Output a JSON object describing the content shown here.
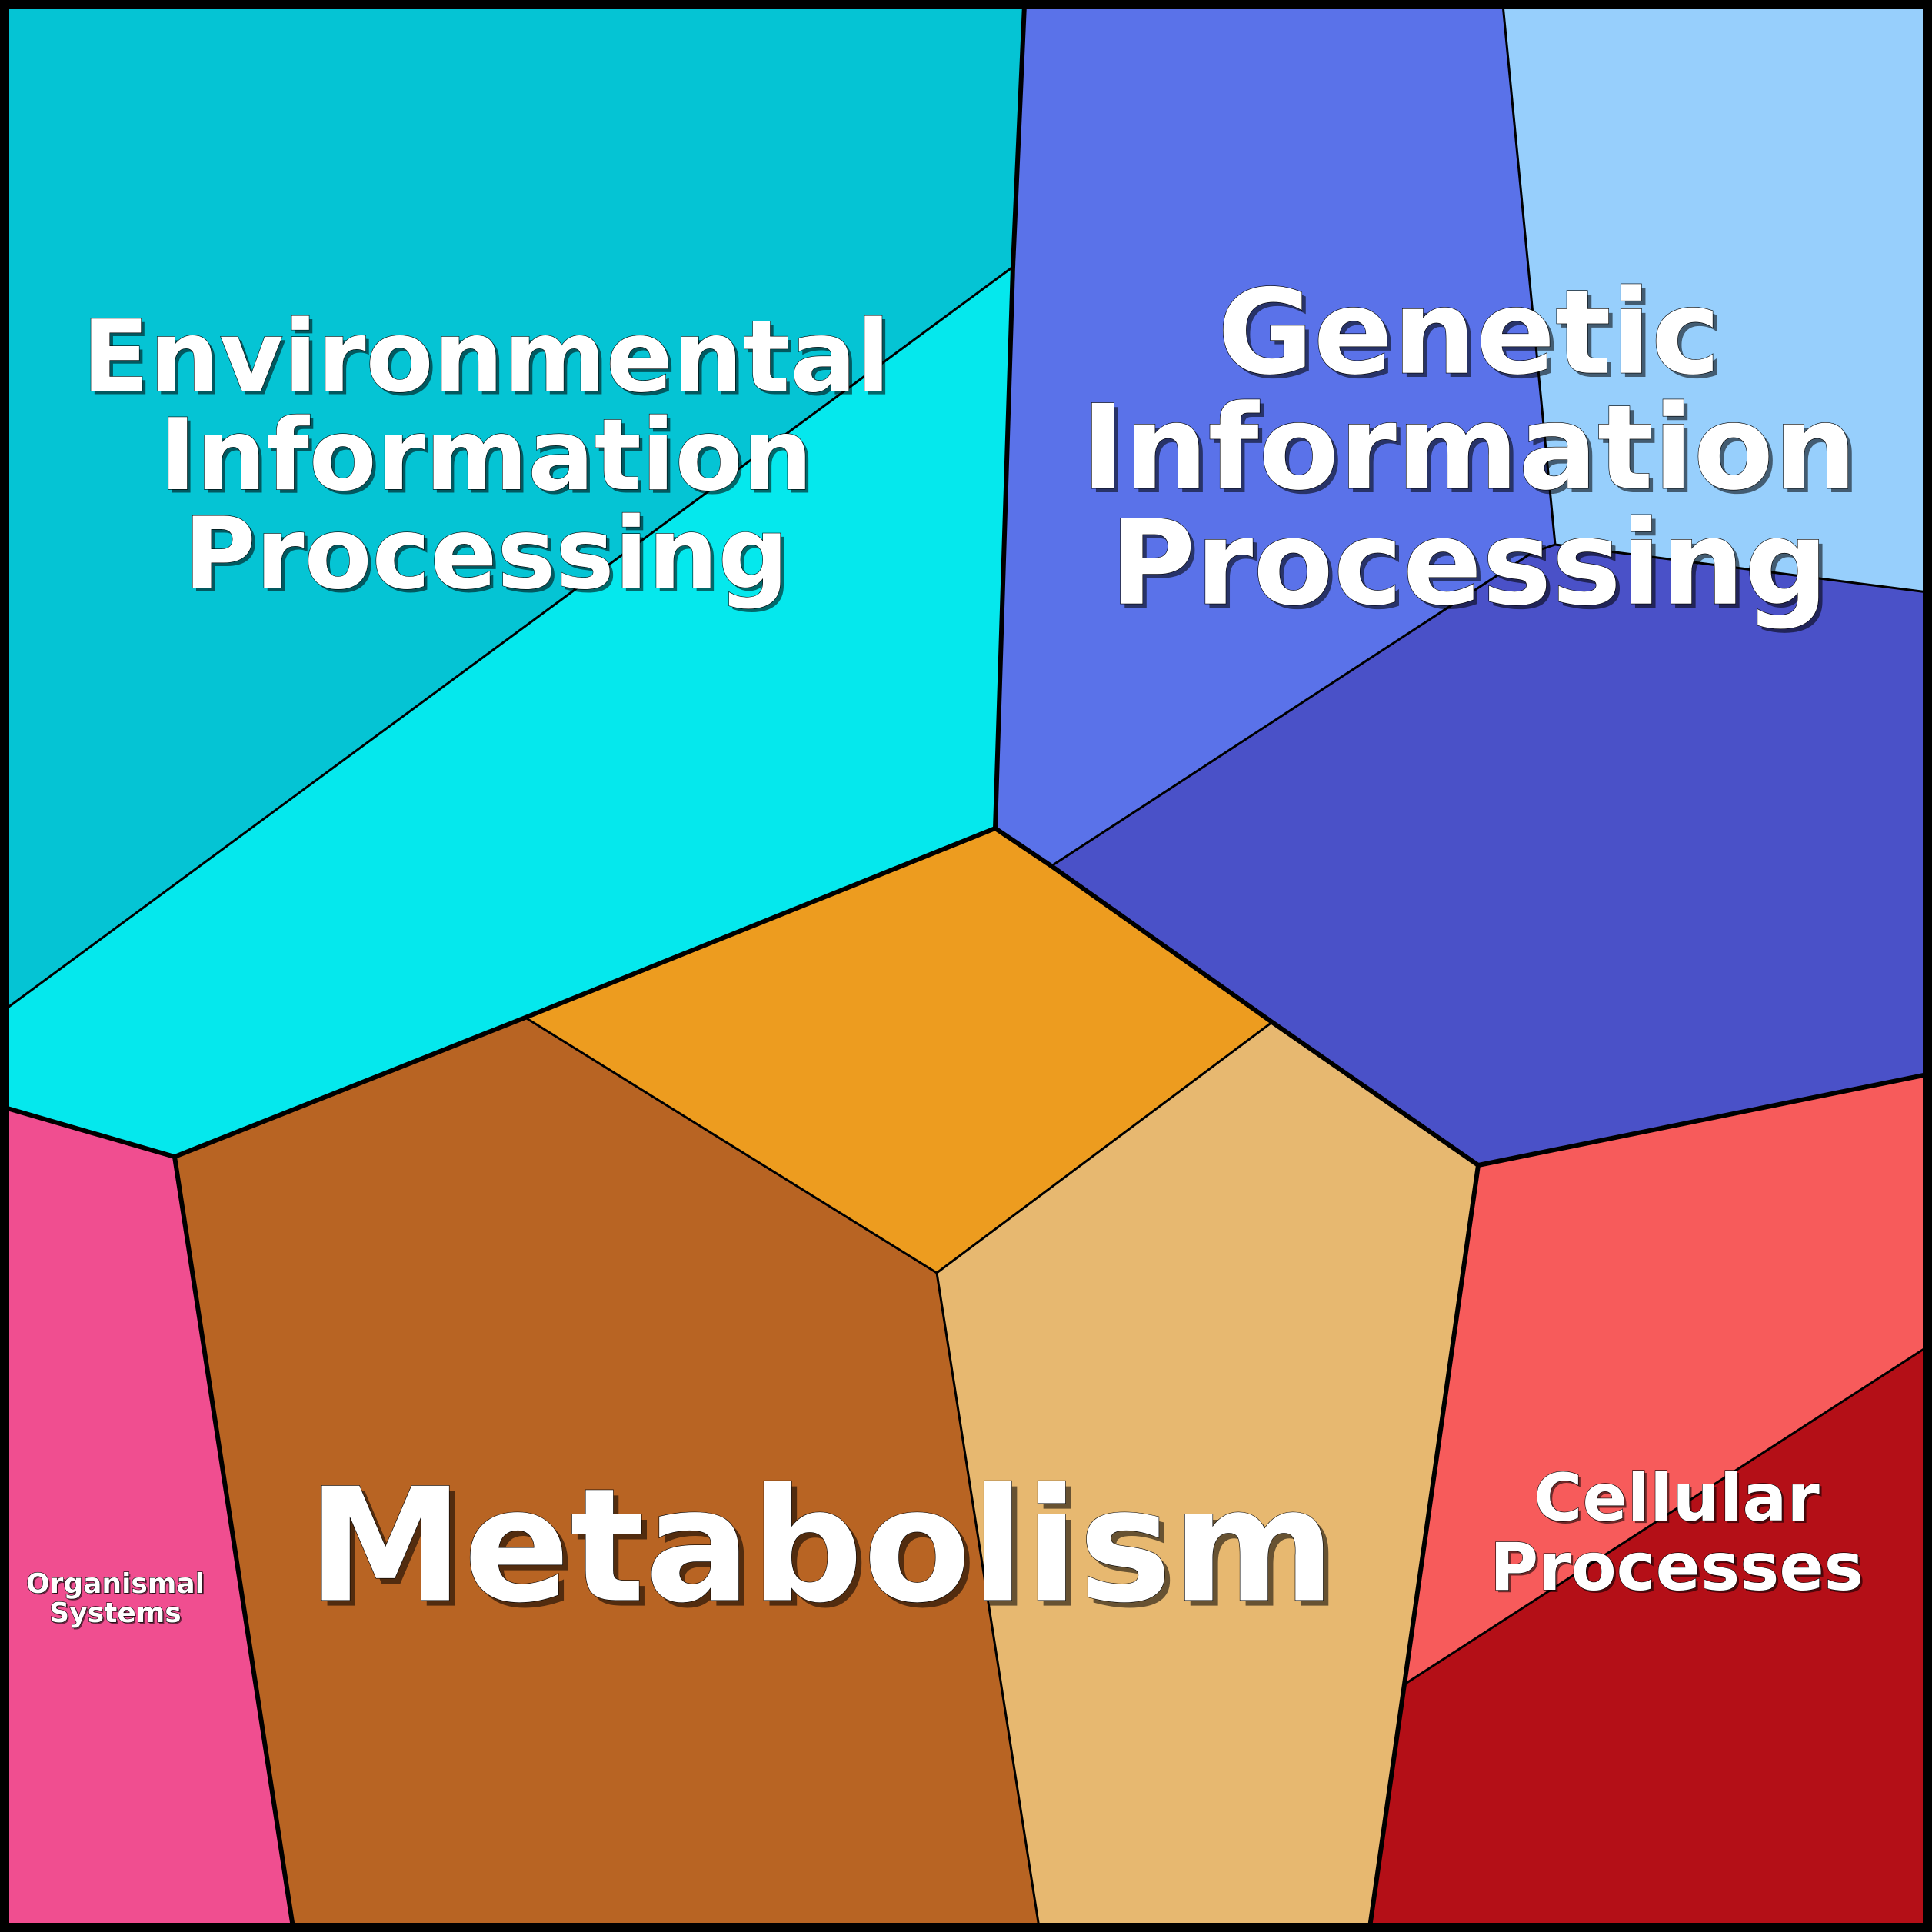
{
  "categories": {
    "environmental": {
      "label_lines": [
        "Environmental",
        "Information",
        "Processing"
      ],
      "colors": [
        "#05c4d4",
        "#05e8ed"
      ]
    },
    "genetic": {
      "label_lines": [
        "Genetic",
        "Information",
        "Processing"
      ],
      "colors": [
        "#5a72e9",
        "#97cffc",
        "#4a51c8"
      ]
    },
    "metabolism": {
      "label_lines": [
        "Metabolism"
      ],
      "colors": [
        "#ed9c1f",
        "#b86423",
        "#e7b870"
      ]
    },
    "cellular": {
      "label_lines": [
        "Cellular",
        "Processes"
      ],
      "colors": [
        "#f75b5b",
        "#b40f17"
      ]
    },
    "organismal": {
      "label_lines": [
        "Organismal",
        "Systems"
      ],
      "colors": [
        "#f04e90"
      ]
    }
  }
}
